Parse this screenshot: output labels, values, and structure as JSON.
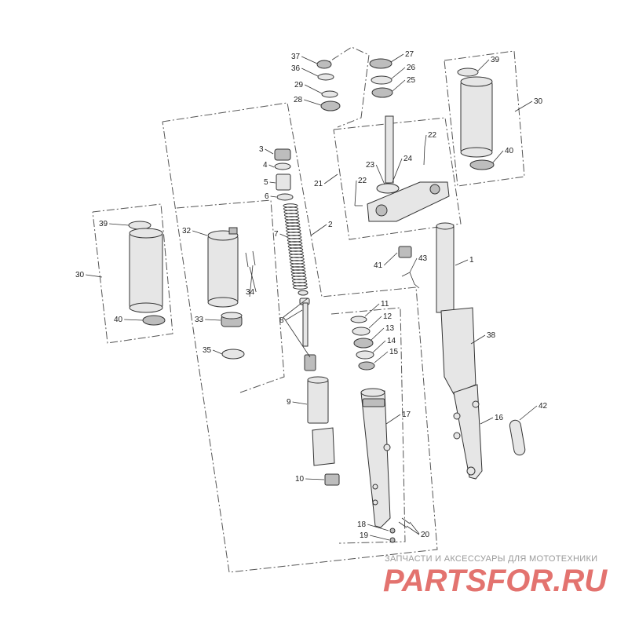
{
  "callouts": [
    {
      "id": "c1",
      "label": "1"
    },
    {
      "id": "c2",
      "label": "2"
    },
    {
      "id": "c3",
      "label": "3"
    },
    {
      "id": "c4",
      "label": "4"
    },
    {
      "id": "c5",
      "label": "5"
    },
    {
      "id": "c6",
      "label": "6"
    },
    {
      "id": "c7",
      "label": "7"
    },
    {
      "id": "c8",
      "label": "8"
    },
    {
      "id": "c9",
      "label": "9"
    },
    {
      "id": "c10",
      "label": "10"
    },
    {
      "id": "c11",
      "label": "11"
    },
    {
      "id": "c12",
      "label": "12"
    },
    {
      "id": "c13",
      "label": "13"
    },
    {
      "id": "c14",
      "label": "14"
    },
    {
      "id": "c15",
      "label": "15"
    },
    {
      "id": "c16",
      "label": "16"
    },
    {
      "id": "c17",
      "label": "17"
    },
    {
      "id": "c18",
      "label": "18"
    },
    {
      "id": "c19",
      "label": "19"
    },
    {
      "id": "c20",
      "label": "20"
    },
    {
      "id": "c21",
      "label": "21"
    },
    {
      "id": "c22a",
      "label": "22"
    },
    {
      "id": "c22b",
      "label": "22"
    },
    {
      "id": "c23",
      "label": "23"
    },
    {
      "id": "c24",
      "label": "24"
    },
    {
      "id": "c25",
      "label": "25"
    },
    {
      "id": "c26",
      "label": "26"
    },
    {
      "id": "c27",
      "label": "27"
    },
    {
      "id": "c28",
      "label": "28"
    },
    {
      "id": "c29",
      "label": "29"
    },
    {
      "id": "c30a",
      "label": "30"
    },
    {
      "id": "c30b",
      "label": "30"
    },
    {
      "id": "c32",
      "label": "32"
    },
    {
      "id": "c33",
      "label": "33"
    },
    {
      "id": "c34",
      "label": "34"
    },
    {
      "id": "c35",
      "label": "35"
    },
    {
      "id": "c36",
      "label": "36"
    },
    {
      "id": "c37",
      "label": "37"
    },
    {
      "id": "c38",
      "label": "38"
    },
    {
      "id": "c39a",
      "label": "39"
    },
    {
      "id": "c39b",
      "label": "39"
    },
    {
      "id": "c40a",
      "label": "40"
    },
    {
      "id": "c40b",
      "label": "40"
    },
    {
      "id": "c41",
      "label": "41"
    },
    {
      "id": "c42",
      "label": "42"
    },
    {
      "id": "c43",
      "label": "43"
    }
  ],
  "watermark": {
    "tagline": "ЗАПЧАСТИ И АКСЕССУАРЫ ДЛЯ МОТОТЕХНИКИ",
    "logo_text": "PARTSFOR.RU"
  }
}
